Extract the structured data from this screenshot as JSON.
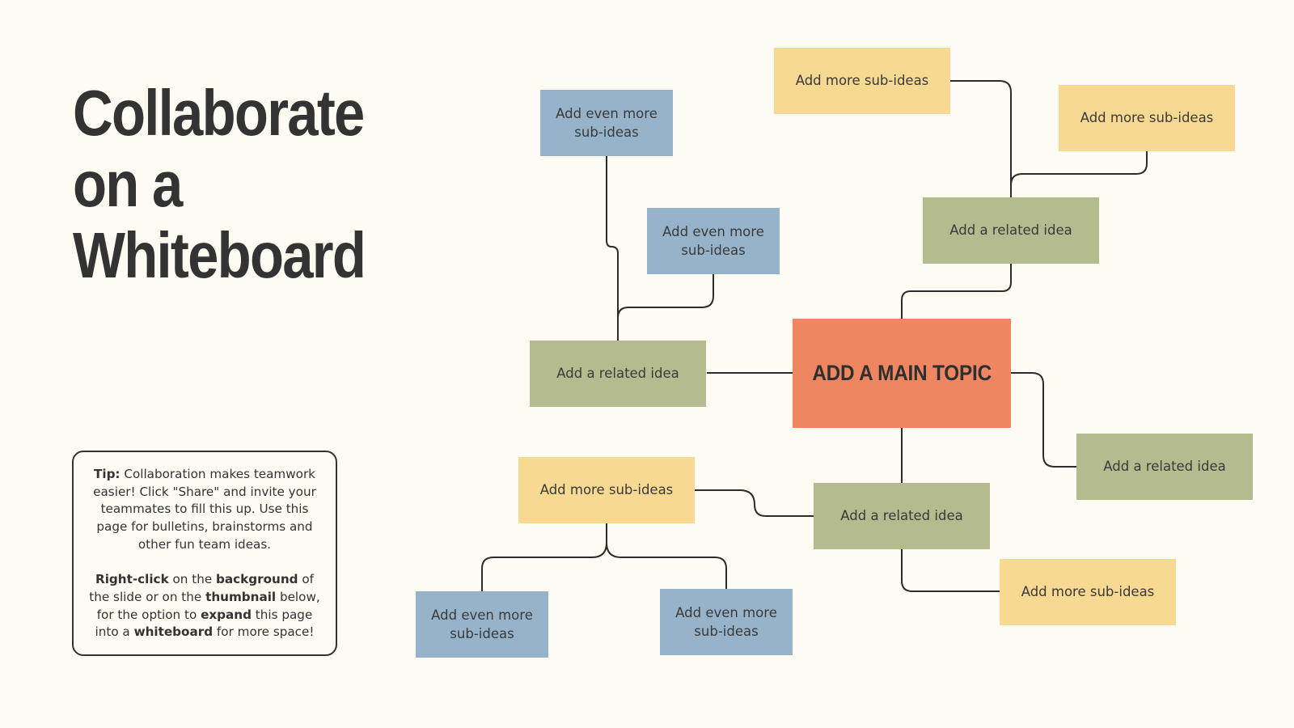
{
  "title": {
    "line1": "Collaborate",
    "line2": "on a",
    "line3": "Whiteboard"
  },
  "tip": {
    "p1_bold": "Tip:",
    "p1_text": " Collaboration makes teamwork easier! Click \"Share\" and invite your teammates to fill this up. Use this page for bulletins, brainstorms and other fun team ideas.",
    "p2_bold1": "Right-click",
    "p2_text1": " on the ",
    "p2_bold2": "background",
    "p2_text2": " of the slide or on the ",
    "p2_bold3": "thumbnail",
    "p2_text3": " below, for the option to ",
    "p2_bold4": "expand",
    "p2_text4": " this page into a ",
    "p2_bold5": "whiteboard",
    "p2_text5": " for more space!"
  },
  "mindmap": {
    "main_topic": "ADD A MAIN TOPIC",
    "related_top_right": "Add a related idea",
    "related_left": "Add a related idea",
    "related_right": "Add a related idea",
    "related_bottom": "Add a related idea",
    "sub_top": "Add more sub-ideas",
    "sub_top_right": "Add more sub-ideas",
    "sub_bottom_left": "Add more sub-ideas",
    "sub_bottom_right": "Add more sub-ideas",
    "even_top_left": "Add even more sub-ideas",
    "even_mid_left": "Add even more sub-ideas",
    "even_bottom_left": "Add even more sub-ideas",
    "even_bottom_mid": "Add even more sub-ideas"
  },
  "colors": {
    "background": "#fefbf3",
    "main_topic": "#ed8661",
    "related_idea": "#b3bb8f",
    "more_sub_ideas": "#f7d991",
    "even_more_sub_ideas": "#97b3c9",
    "text": "#333333",
    "connector": "#2b2b2b"
  }
}
